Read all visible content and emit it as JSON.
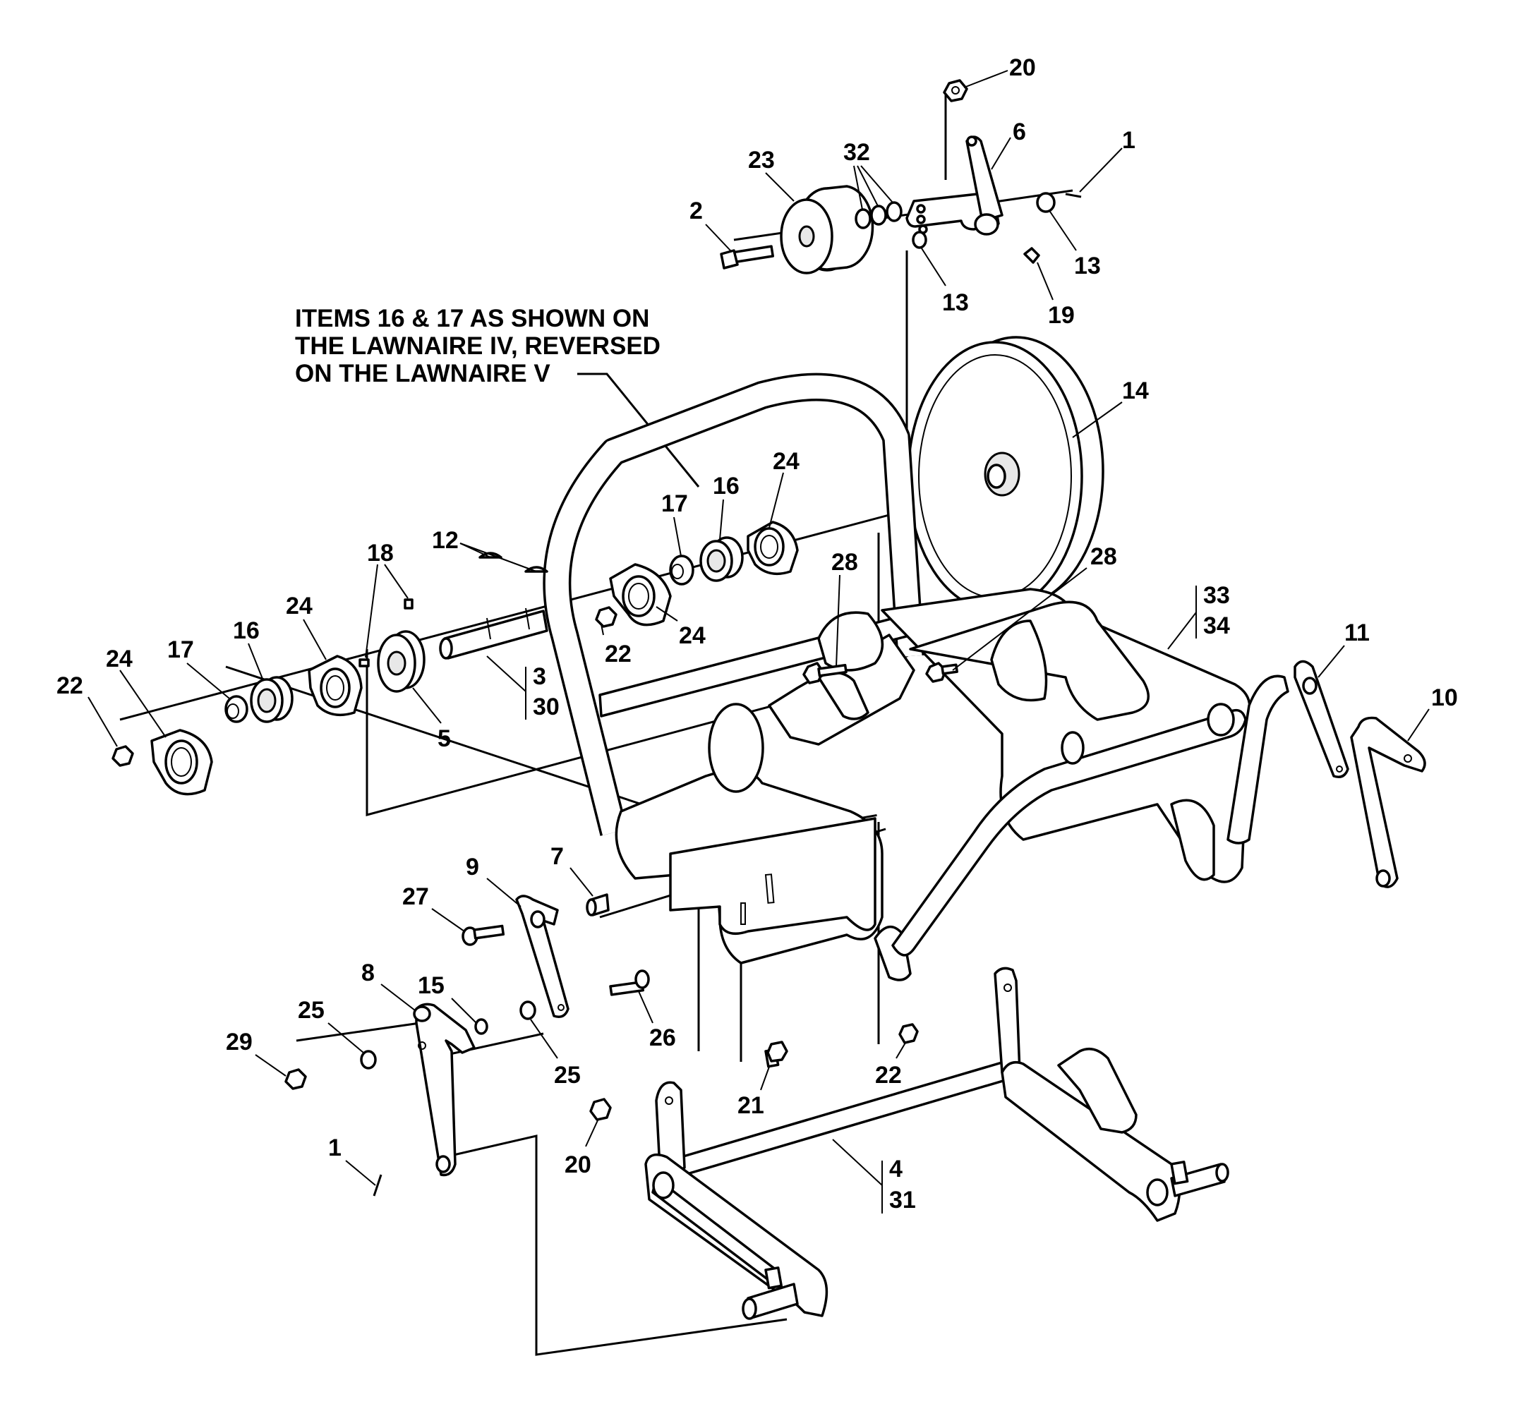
{
  "note": {
    "lines": [
      "ITEMS 16 & 17 AS SHOWN ON",
      "THE LAWNAIRE IV, REVERSED",
      "ON THE LAWNAIRE V"
    ]
  },
  "callouts": [
    {
      "id": "c-20-top",
      "text": "20"
    },
    {
      "id": "c-6",
      "text": "6"
    },
    {
      "id": "c-1-top",
      "text": "1"
    },
    {
      "id": "c-23",
      "text": "23"
    },
    {
      "id": "c-32",
      "text": "32"
    },
    {
      "id": "c-2",
      "text": "2"
    },
    {
      "id": "c-13-right",
      "text": "13"
    },
    {
      "id": "c-13-left",
      "text": "13"
    },
    {
      "id": "c-19",
      "text": "19"
    },
    {
      "id": "c-14",
      "text": "14"
    },
    {
      "id": "c-24-upper",
      "text": "24"
    },
    {
      "id": "c-16-upper",
      "text": "16"
    },
    {
      "id": "c-17-upper",
      "text": "17"
    },
    {
      "id": "c-28-left",
      "text": "28"
    },
    {
      "id": "c-28-right",
      "text": "28"
    },
    {
      "id": "c-12",
      "text": "12"
    },
    {
      "id": "c-18",
      "text": "18"
    },
    {
      "id": "c-33",
      "text": "33"
    },
    {
      "id": "c-34",
      "text": "34"
    },
    {
      "id": "c-24-left-a",
      "text": "24"
    },
    {
      "id": "c-24-left-b",
      "text": "24"
    },
    {
      "id": "c-16-lower",
      "text": "16"
    },
    {
      "id": "c-17-lower",
      "text": "17"
    },
    {
      "id": "c-22-left",
      "text": "22"
    },
    {
      "id": "c-22-mid",
      "text": "22"
    },
    {
      "id": "c-24-mid",
      "text": "24"
    },
    {
      "id": "c-3",
      "text": "3"
    },
    {
      "id": "c-30",
      "text": "30"
    },
    {
      "id": "c-5",
      "text": "5"
    },
    {
      "id": "c-11",
      "text": "11"
    },
    {
      "id": "c-10",
      "text": "10"
    },
    {
      "id": "c-9",
      "text": "9"
    },
    {
      "id": "c-7",
      "text": "7"
    },
    {
      "id": "c-27",
      "text": "27"
    },
    {
      "id": "c-8",
      "text": "8"
    },
    {
      "id": "c-15",
      "text": "15"
    },
    {
      "id": "c-25-left",
      "text": "25"
    },
    {
      "id": "c-29",
      "text": "29"
    },
    {
      "id": "c-26",
      "text": "26"
    },
    {
      "id": "c-25-right",
      "text": "25"
    },
    {
      "id": "c-22-bottom",
      "text": "22"
    },
    {
      "id": "c-21",
      "text": "21"
    },
    {
      "id": "c-20-bottom",
      "text": "20"
    },
    {
      "id": "c-1-bottom",
      "text": "1"
    },
    {
      "id": "c-4",
      "text": "4"
    },
    {
      "id": "c-31",
      "text": "31"
    }
  ]
}
